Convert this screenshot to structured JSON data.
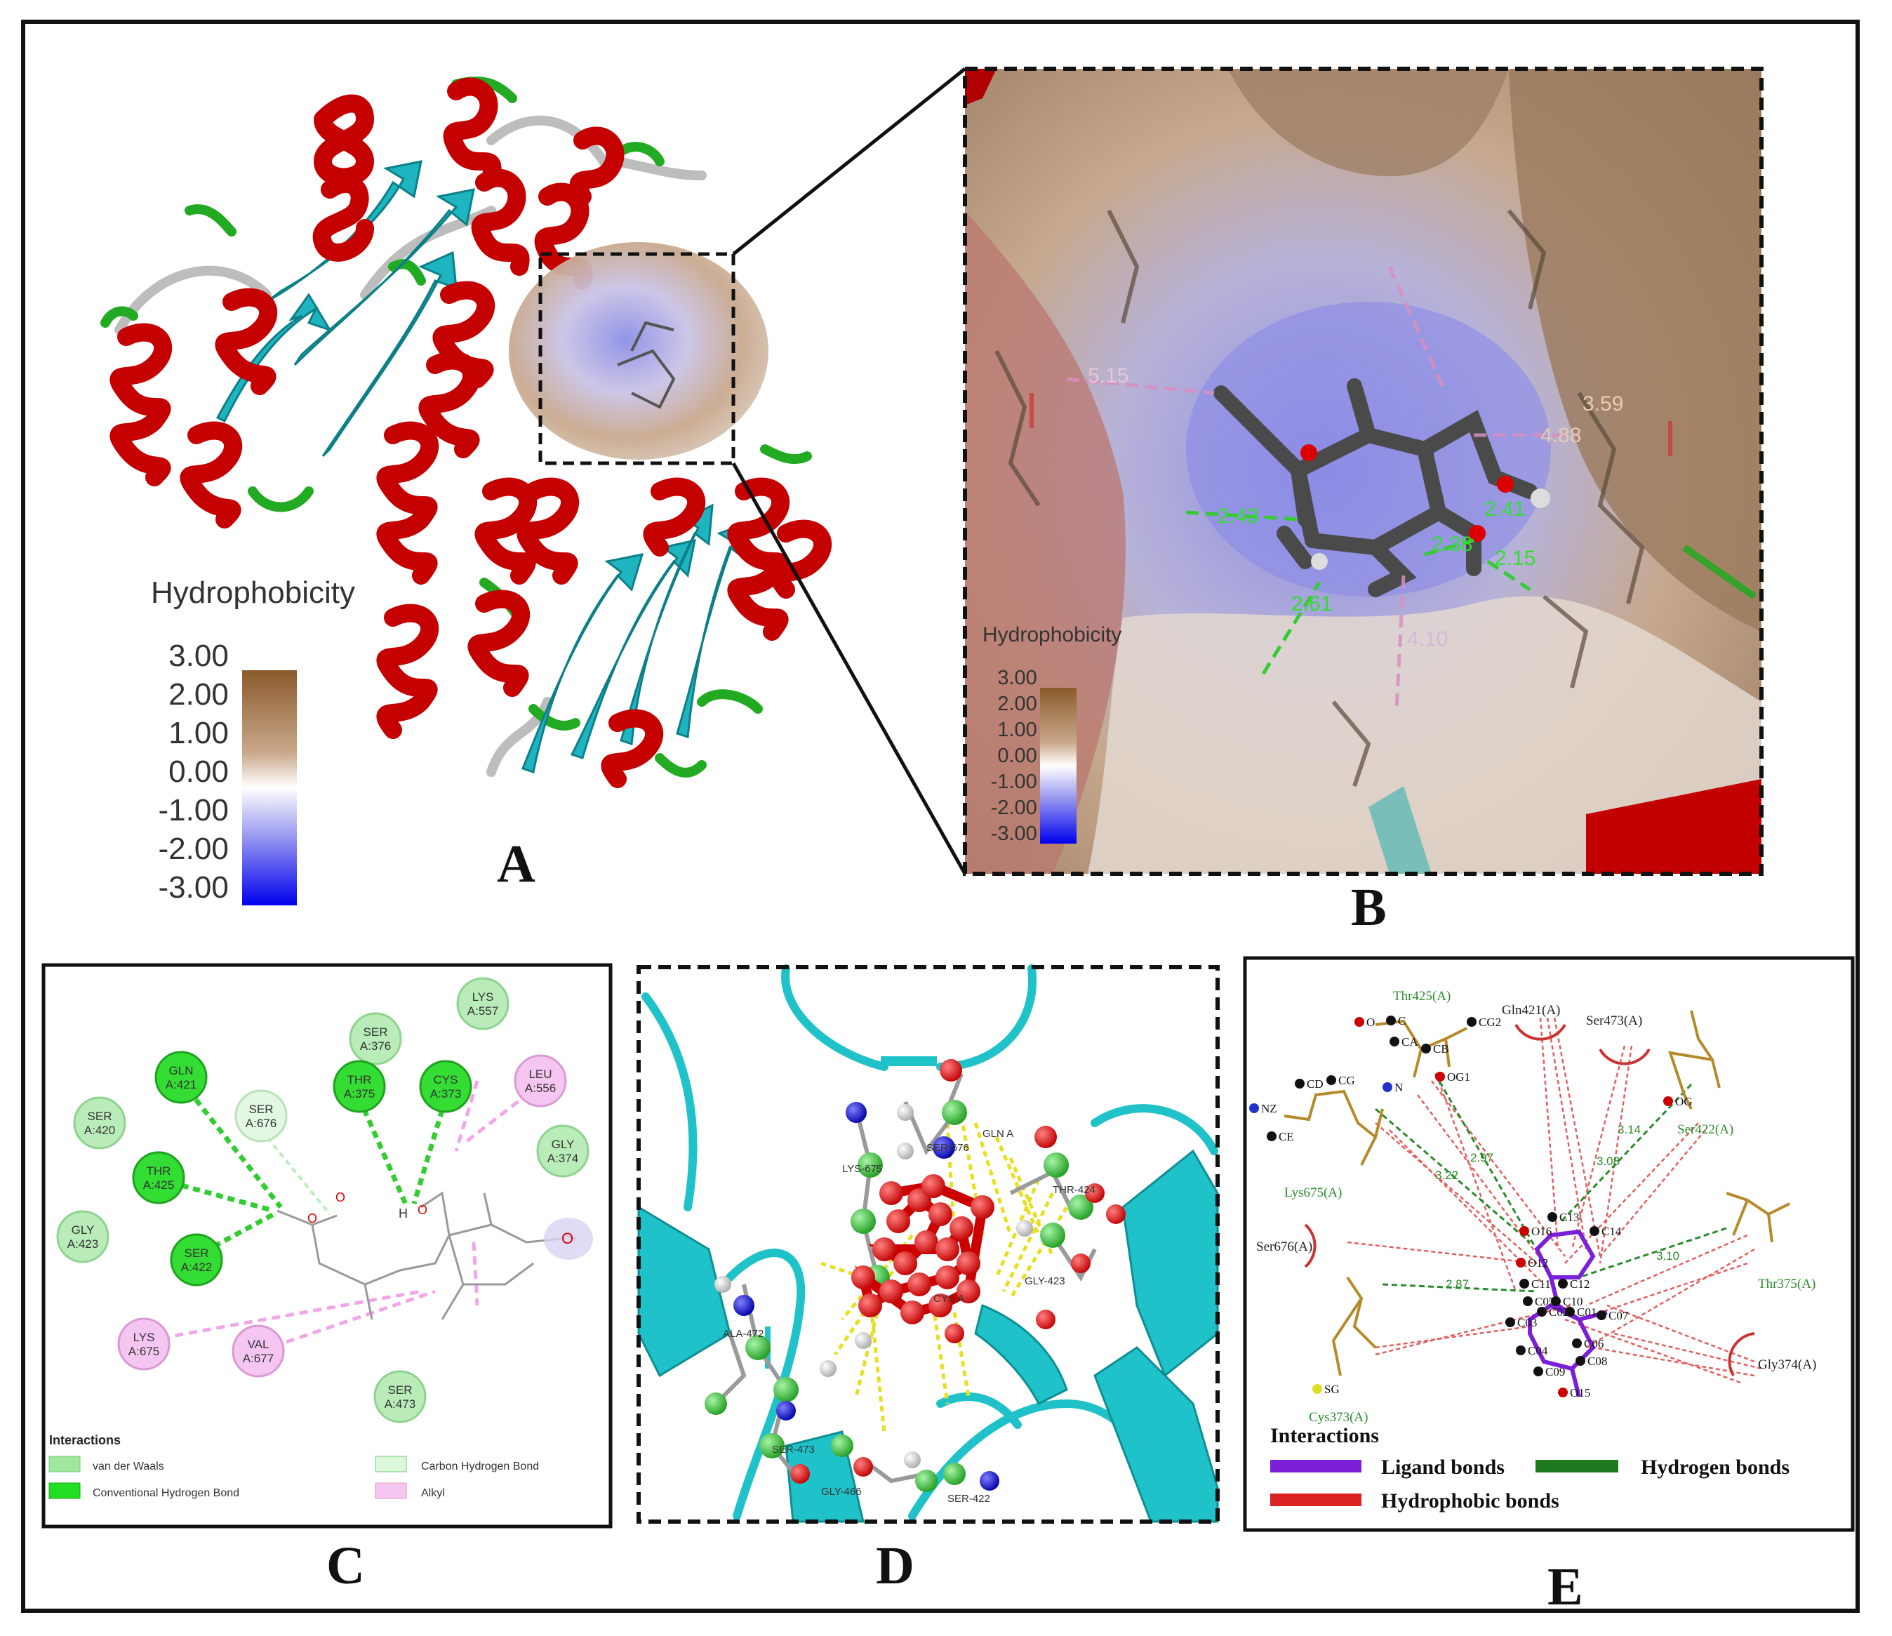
{
  "panels": {
    "a": "A",
    "b": "B",
    "c": "C",
    "d": "D",
    "e": "E"
  },
  "scale_a": {
    "title": "Hydrophobicity",
    "ticks": [
      "3.00",
      "2.00",
      "1.00",
      "0.00",
      "-1.00",
      "-2.00",
      "-3.00"
    ]
  },
  "scale_b": {
    "title": "Hydrophobicity",
    "ticks": [
      "3.00",
      "2.00",
      "1.00",
      "0.00",
      "-1.00",
      "-2.00",
      "-3.00"
    ]
  },
  "panel_b_distances": [
    "5.15",
    "3.59",
    "4.88",
    "2.43",
    "2.61",
    "2.38",
    "2.41",
    "2.15",
    "4.10"
  ],
  "panel_c": {
    "residues": [
      {
        "name": "LYS",
        "id": "A:557",
        "kind": "vdw"
      },
      {
        "name": "SER",
        "id": "A:376",
        "kind": "vdw"
      },
      {
        "name": "GLN",
        "id": "A:421",
        "kind": "hbond"
      },
      {
        "name": "SER",
        "id": "A:676",
        "kind": "carbon"
      },
      {
        "name": "THR",
        "id": "A:375",
        "kind": "hbond"
      },
      {
        "name": "CYS",
        "id": "A:373",
        "kind": "hbond"
      },
      {
        "name": "LEU",
        "id": "A:556",
        "kind": "alkyl"
      },
      {
        "name": "SER",
        "id": "A:420",
        "kind": "vdw"
      },
      {
        "name": "GLY",
        "id": "A:374",
        "kind": "vdw"
      },
      {
        "name": "THR",
        "id": "A:425",
        "kind": "hbond"
      },
      {
        "name": "GLY",
        "id": "A:423",
        "kind": "vdw"
      },
      {
        "name": "SER",
        "id": "A:422",
        "kind": "hbond"
      },
      {
        "name": "LYS",
        "id": "A:675",
        "kind": "alkyl"
      },
      {
        "name": "VAL",
        "id": "A:677",
        "kind": "alkyl"
      },
      {
        "name": "SER",
        "id": "A:473",
        "kind": "vdw"
      }
    ],
    "atoms": [
      "O",
      "O",
      "H",
      "O",
      "O"
    ],
    "legend_title": "Interactions",
    "legend": [
      "van der Waals",
      "Carbon Hydrogen Bond",
      "Conventional Hydrogen Bond",
      "Alkyl"
    ]
  },
  "panel_d_labels": [
    "LYS-675",
    "SER-676",
    "GLN A",
    "THR-424",
    "ALA-472",
    "GLY-423",
    "SER-473",
    "GLY-466",
    "SER-422",
    "CYS A"
  ],
  "panel_e": {
    "residues": [
      "Thr425(A)",
      "Gln421(A)",
      "Ser473(A)",
      "Ser422(A)",
      "Lys675(A)",
      "Ser676(A)",
      "Thr375(A)",
      "Cys373(A)",
      "Gly374(A)"
    ],
    "atoms": [
      "CG2",
      "CB",
      "OG1",
      "CA",
      "C",
      "O",
      "N",
      "NZ",
      "CE",
      "CD",
      "CG",
      "OG",
      "SG",
      "O16",
      "C13",
      "C14",
      "O12",
      "C11",
      "C12",
      "C10",
      "C05",
      "C02",
      "C01",
      "C03",
      "C07",
      "C04",
      "C06",
      "C08",
      "C09",
      "O15"
    ],
    "distances": [
      "2.97",
      "3.14",
      "3.22",
      "3.08",
      "3.10",
      "2.87"
    ],
    "legend_title": "Interactions",
    "legend": [
      "Ligand bonds",
      "Hydrogen bonds",
      "Hydrophobic bonds"
    ]
  },
  "colors": {
    "helix": "#cc0000",
    "sheet": "#1fb5c0",
    "turn": "#22aa22",
    "coil": "#bbbbbb",
    "hbond": "#33dd33",
    "vdw": "#b9ecb9",
    "alkyl": "#f2b7f0",
    "ligand": "#7b1fd8",
    "hydrophobic": "#dd2222",
    "hbond_e": "#1e7a1e"
  }
}
